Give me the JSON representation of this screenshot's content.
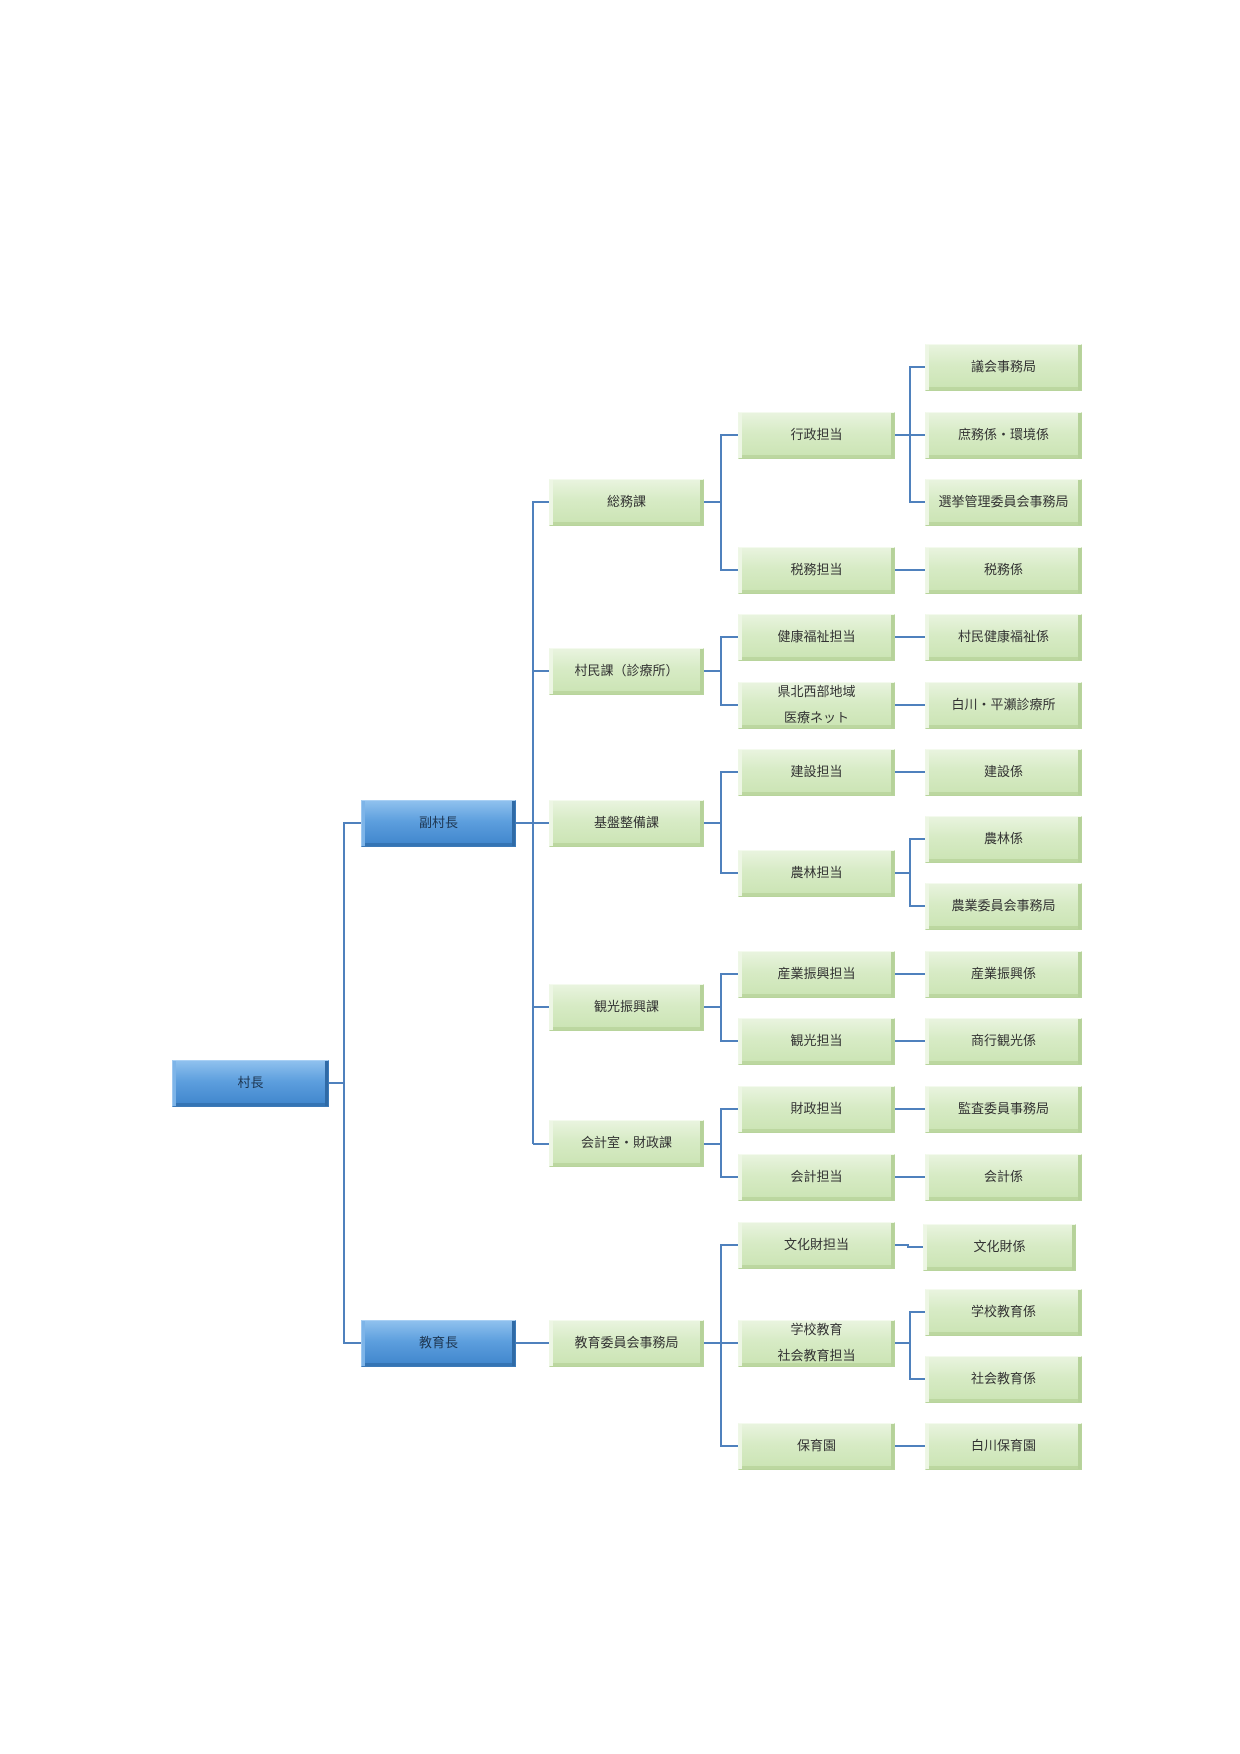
{
  "org": {
    "mayor": "村長",
    "deputy": "副村長",
    "edu_head": "教育長",
    "dept_somu": "総務課",
    "dept_sonmin": "村民課（診療所）",
    "dept_kiban": "基盤整備課",
    "dept_kanko": "観光振興課",
    "dept_kaikei": "会計室・財政課",
    "dept_kyoiku": "教育委員会事務局",
    "sec_gyosei": "行政担当",
    "sec_zeimu": "税務担当",
    "sec_kenko": "健康福祉担当",
    "sec_kenhoku_1": "県北西部地域",
    "sec_kenhoku_2": "医療ネット",
    "sec_kensetsu": "建設担当",
    "sec_norin": "農林担当",
    "sec_sangyo": "産業振興担当",
    "sec_kanko": "観光担当",
    "sec_zaisei": "財政担当",
    "sec_kaikei": "会計担当",
    "sec_bunkazai": "文化財担当",
    "sec_gakko_1": "学校教育",
    "sec_gakko_2": "社会教育担当",
    "sec_hoiku": "保育園",
    "unit_gikai": "議会事務局",
    "unit_shomu": "庶務係・環境係",
    "unit_senkyo": "選挙管理委員会事務局",
    "unit_zeimu": "税務係",
    "unit_sonmin": "村民健康福祉係",
    "unit_shinryo": "白川・平瀬診療所",
    "unit_kensetsu": "建設係",
    "unit_norin": "農林係",
    "unit_nogyo": "農業委員会事務局",
    "unit_sangyo": "産業振興係",
    "unit_shoko": "商行観光係",
    "unit_kansa": "監査委員事務局",
    "unit_kaikei": "会計係",
    "unit_bunkazai": "文化財係",
    "unit_gakko": "学校教育係",
    "unit_shakai": "社会教育係",
    "unit_hoiku": "白川保育園"
  },
  "colors": {
    "connector": "#4f81bd",
    "box_green": "#d7ebc5",
    "box_blue": "#5d9fde"
  }
}
